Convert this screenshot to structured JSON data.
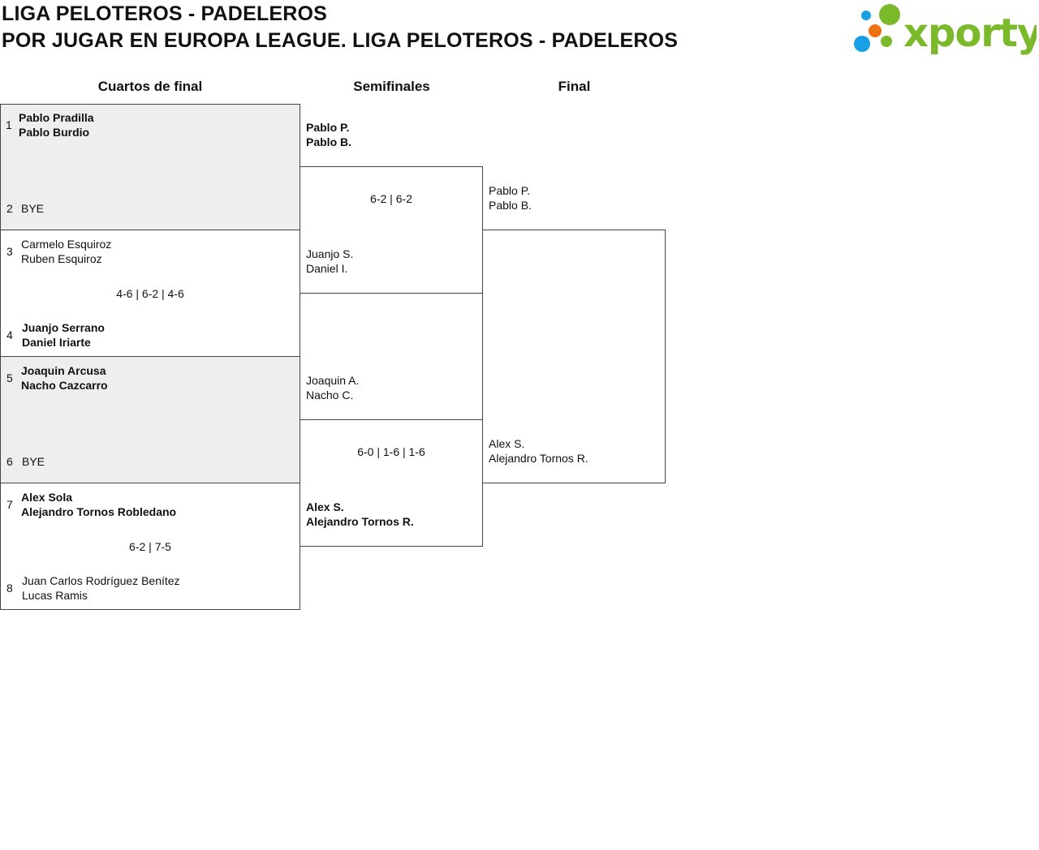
{
  "header": {
    "title_line1": "LIGA PELOTEROS - PADELEROS",
    "title_line2": "POR JUGAR EN EUROPA LEAGUE. LIGA PELOTEROS - PADELEROS"
  },
  "logo": {
    "text": "xporty",
    "colors": {
      "green": "#7ab929",
      "blue": "#17a0e3",
      "orange": "#ee7212"
    }
  },
  "rounds": [
    "Cuartos de final",
    "Semifinales",
    "Final"
  ],
  "quarterfinals": [
    {
      "top": {
        "seed": "1",
        "p1": "Pablo Pradilla",
        "p2": "Pablo Burdio"
      },
      "bottom": {
        "seed": "2",
        "p1": "BYE"
      },
      "score": ""
    },
    {
      "top": {
        "seed": "3",
        "p1": "Carmelo Esquiroz",
        "p2": "Ruben Esquiroz"
      },
      "bottom": {
        "seed": "4",
        "p1": "Juanjo Serrano",
        "p2": "Daniel Iriarte"
      },
      "score": "4-6 | 6-2 | 4-6"
    },
    {
      "top": {
        "seed": "5",
        "p1": "Joaquin Arcusa",
        "p2": "Nacho Cazcarro"
      },
      "bottom": {
        "seed": "6",
        "p1": "BYE"
      },
      "score": ""
    },
    {
      "top": {
        "seed": "7",
        "p1": "Alex Sola",
        "p2": "Alejandro Tornos Robledano"
      },
      "bottom": {
        "seed": "8",
        "p1": "Juan Carlos Rodríguez Benítez",
        "p2": "Lucas Ramis"
      },
      "score": "6-2 | 7-5"
    }
  ],
  "semifinals": [
    {
      "top": {
        "p1": "Pablo P.",
        "p2": "Pablo B."
      },
      "bottom": {
        "p1": "Juanjo S.",
        "p2": "Daniel I."
      },
      "score": "6-2 | 6-2"
    },
    {
      "top": {
        "p1": "Joaquin A.",
        "p2": "Nacho C."
      },
      "bottom": {
        "p1": "Alex S.",
        "p2": "Alejandro Tornos R."
      },
      "score": "6-0 | 1-6 | 1-6"
    }
  ],
  "final": {
    "top": {
      "p1": "Pablo P.",
      "p2": "Pablo B."
    },
    "bottom": {
      "p1": "Alex S.",
      "p2": "Alejandro Tornos R."
    }
  }
}
